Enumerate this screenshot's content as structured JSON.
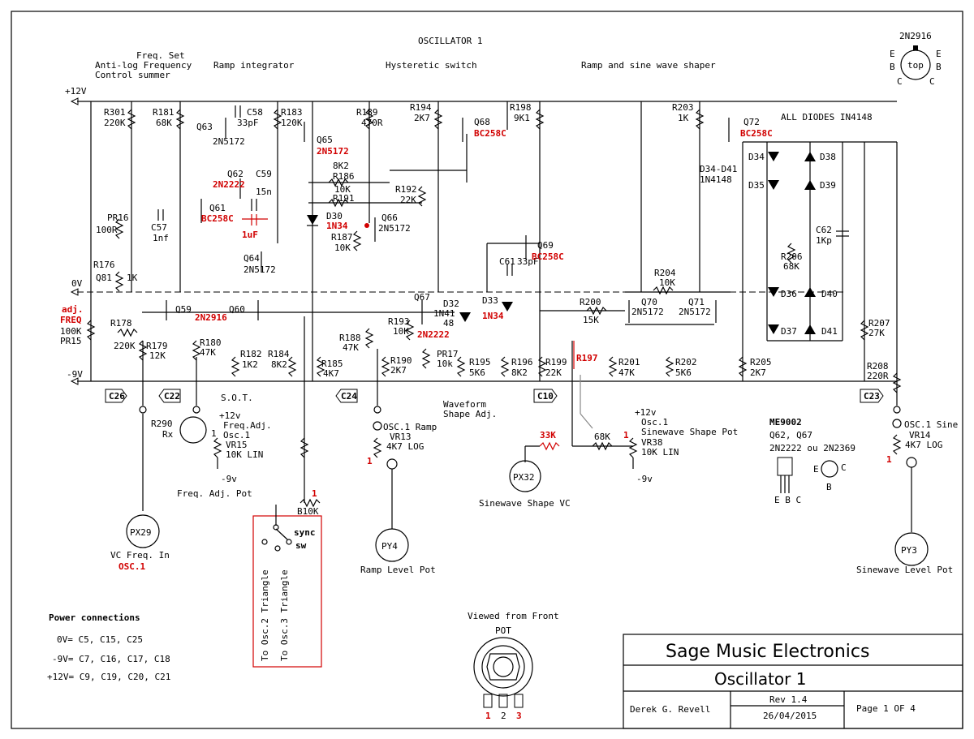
{
  "title": "OSCILLATOR 1",
  "sections": {
    "freq_set": "Freq. Set",
    "antilog": "Anti-log Frequency",
    "control_summer": "Control summer",
    "ramp_integrator": "Ramp integrator",
    "hysteretic_switch": "Hysteretic switch",
    "ramp_sine_shaper": "Ramp and sine wave shaper"
  },
  "rails": {
    "pos": "+12V",
    "zero": "0V",
    "neg": "-9V"
  },
  "all_diodes": "ALL DIODES IN4148",
  "pinout": {
    "part": "2N2916",
    "top": "top",
    "e": "E",
    "b": "B",
    "c": "C"
  },
  "resistors": {
    "r301": "R301",
    "r301_v": "220K",
    "r181": "R181",
    "r181_v": "68K",
    "r183": "R183",
    "r183_v": "120K",
    "r189": "R189",
    "r189_v": "470R",
    "r194": "R194",
    "r194_v": "2K7",
    "r198": "R198",
    "r198_v": "9K1",
    "r203": "R203",
    "r203_v": "1K",
    "r186": "R186",
    "r186_v": "10K",
    "r186_v2": "8K2",
    "r191": "R191",
    "r192": "R192",
    "r192_v": "22K",
    "r187": "R187",
    "r187_v": "10K",
    "r176": "R176",
    "r176_v": "1K",
    "q81": "Q81",
    "r178": "R178",
    "r178_v": "220K",
    "r179": "R179",
    "r179_v": "12K",
    "r180": "R180",
    "r180_v": "47K",
    "r182": "R182",
    "r182_v": "1K2",
    "r184": "R184",
    "r184_v": "8K2",
    "r185": "R185",
    "r185_v": "4K7",
    "r188": "R188",
    "r188_v": "47K",
    "r193": "R193",
    "r193_v": "10K",
    "r190": "R190",
    "r190_v": "2K7",
    "r195": "R195",
    "r195_v": "5K6",
    "r196": "R196",
    "r196_v": "8K2",
    "r199": "R199",
    "r199_v": "22K",
    "r197": "R197",
    "r200": "R200",
    "r200_v": "15K",
    "r201": "R201",
    "r201_v": "47K",
    "r202": "R202",
    "r202_v": "5K6",
    "r204": "R204",
    "r204_v": "10K",
    "r205": "R205",
    "r205_v": "2K7",
    "r206": "R206",
    "r206_v": "68K",
    "r207": "R207",
    "r207_v": "27K",
    "r208": "R208",
    "r208_v": "220R",
    "r290": "R290",
    "r290_v": "Rx",
    "r_22k": "22K",
    "r_33k": "33K",
    "r_68k": "68K"
  },
  "pots": {
    "pr16": "PR16",
    "pr16_v": "100R",
    "pr15": "PR15",
    "pr15_v": "100K",
    "adj": "adj.",
    "freq": "FREQ",
    "pr17": "PR17",
    "pr17_v": "10k",
    "b10k": "B10K"
  },
  "caps": {
    "c58": "C58",
    "c58_v": "33pF",
    "c59": "C59",
    "c59_v": "15n",
    "c57": "C57",
    "c57_v": "1nf",
    "c61": "C61",
    "c61_v": "33pF",
    "c62": "C62",
    "c62_v": "1Kp",
    "uf": "1uF"
  },
  "transistors": {
    "q63": "Q63",
    "q63_t": "2N5172",
    "q65": "Q65",
    "q65_t": "2N5172",
    "q62": "Q62",
    "q62_t": "2N2222",
    "q61": "Q61",
    "q61_t": "BC258C",
    "q64": "Q64",
    "q64_t": "2N5172",
    "q59": "Q59",
    "q60": "Q60",
    "q59_t": "2N2916",
    "q66": "Q66",
    "q66_t": "2N5172",
    "q67": "Q67",
    "q67_t": "2N2222",
    "q68": "Q68",
    "q68_t": "BC258C",
    "q69": "Q69",
    "q69_t": "BC258C",
    "q70": "Q70",
    "q70_t": "2N5172",
    "q71": "Q71",
    "q71_t": "2N5172",
    "q72": "Q72",
    "q72_t": "BC258C"
  },
  "diodes": {
    "d30": "D30",
    "d30_t": "1N34",
    "d32": "D32",
    "d32_t": "1N41",
    "d32_t2": "48",
    "d33": "D33",
    "d33_t": "1N34",
    "d34": "D34",
    "d35": "D35",
    "d36": "D36",
    "d37": "D37",
    "d38": "D38",
    "d39": "D39",
    "d40": "D40",
    "d41": "D41",
    "d34_41": "D34-D41",
    "d34_41_t": "1N4148"
  },
  "connectors": {
    "c26": "C26",
    "c22": "C22",
    "c24": "C24",
    "c10": "C10",
    "c23": "C23"
  },
  "labels": {
    "sot": "S.O.T.",
    "waveform1": "Waveform",
    "waveform2": "Shape Adj.",
    "plus12v": "+12v",
    "minus9v": "-9v",
    "freqadj": "Freq.Adj.",
    "osc1": "Osc.1",
    "vr15": "VR15",
    "lin10k": "10K LIN",
    "freq_adj_pot": "Freq. Adj. Pot",
    "osc1_ramp": "OSC.1 Ramp",
    "vr13": "VR13",
    "log4k7": "4K7 LOG",
    "ramp_level_pot": "Ramp Level Pot",
    "sine_shape_pot": "Sinewave Shape Pot",
    "vr38": "VR38",
    "sine_shape_vc": "Sinewave Shape VC",
    "osc1_sine": "OSC.1 Sine",
    "vr14": "VR14",
    "sine_level_pot": "Sinewave Level Pot",
    "vc_freq_in": "VC Freq. In",
    "osc1_red": "OSC.1",
    "sync1": "sync",
    "sync2": "sw",
    "to_osc2": "To Osc.2 Triangle",
    "to_osc3": "To Osc.3 Triangle",
    "one": "1",
    "me9002": "ME9002",
    "q62q67": "Q62, Q67",
    "alt_parts": "2N2222 ou 2N2369",
    "ebc": "E B C",
    "pin_e": "E",
    "pin_b": "B",
    "pin_c": "C",
    "viewed_front": "Viewed from Front",
    "pot": "POT",
    "pot_p1": "1",
    "pot_p2": "2",
    "pot_p3": "3"
  },
  "pins": {
    "px29": "PX29",
    "py4": "PY4",
    "px32": "PX32",
    "py3": "PY3"
  },
  "power_connections": {
    "title": "Power connections",
    "zero": "0V= C5, C15, C25",
    "neg": "-9V= C7, C16, C17, C18",
    "pos": "+12V= C9, C19, C20, C21"
  },
  "title_block": {
    "company": "Sage Music Electronics",
    "sheet": "Oscillator 1",
    "author": "Derek G. Revell",
    "rev": "Rev 1.4",
    "date": "26/04/2015",
    "page": "Page 1 OF 4"
  }
}
